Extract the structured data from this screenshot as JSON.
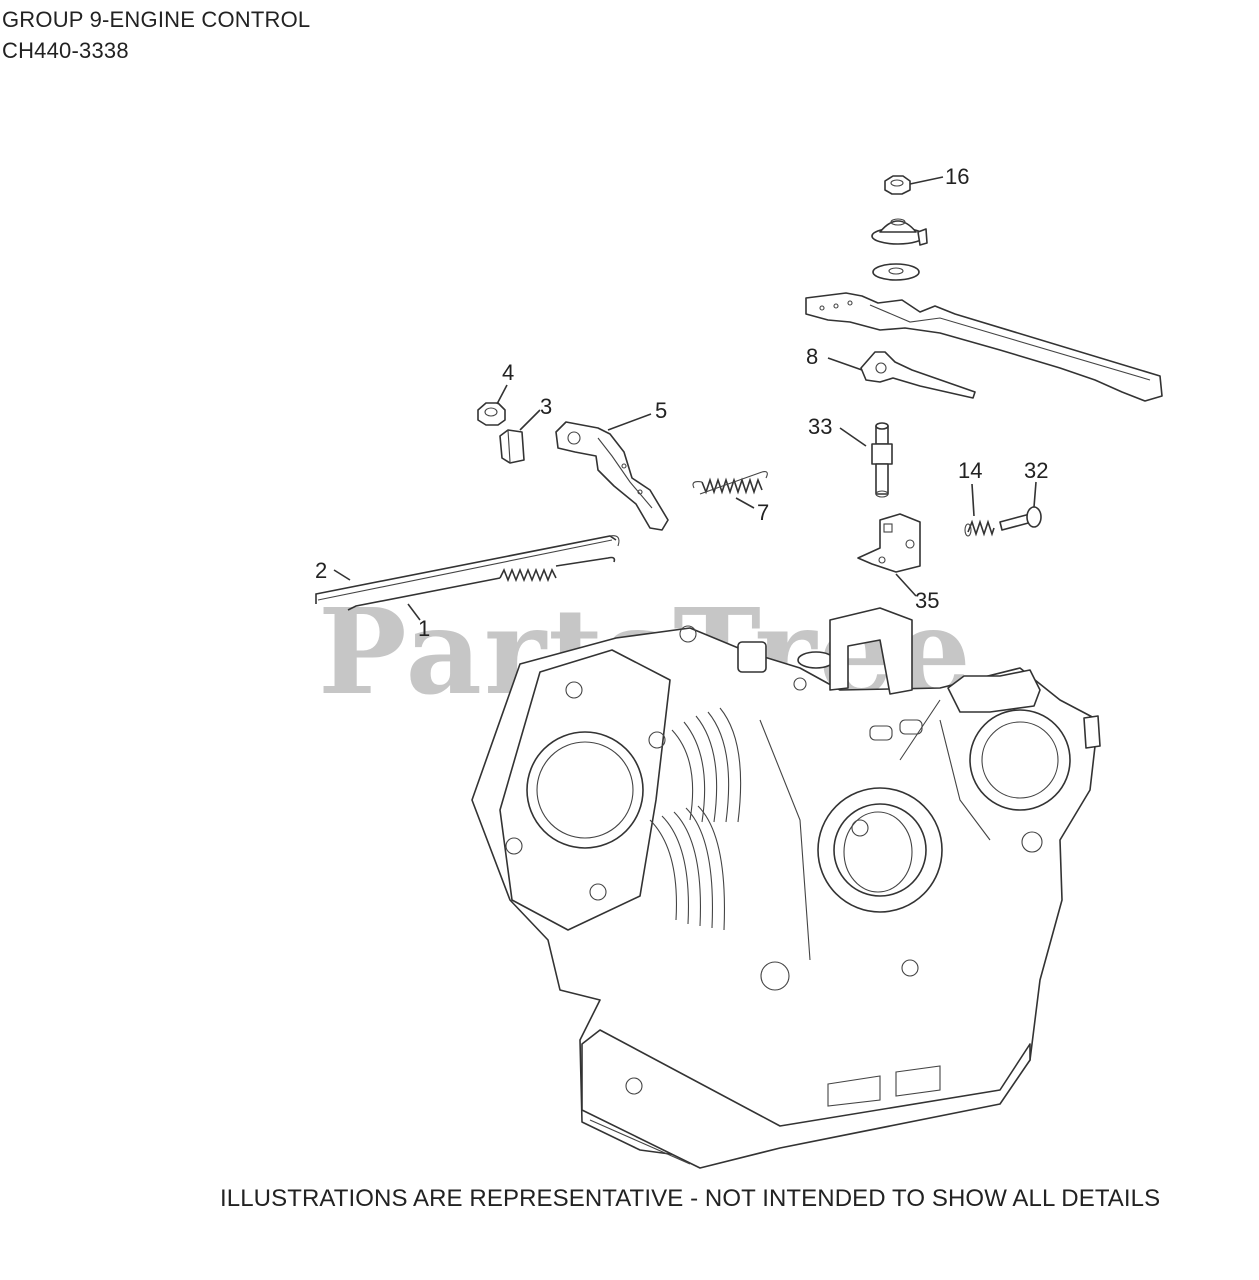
{
  "header": {
    "title": "GROUP 9-ENGINE CONTROL",
    "model": "CH440-3338"
  },
  "watermark": "PartsTree",
  "footer": "ILLUSTRATIONS ARE REPRESENTATIVE - NOT INTENDED TO SHOW ALL DETAILS",
  "callouts": [
    {
      "id": "16",
      "label": "16"
    },
    {
      "id": "8",
      "label": "8"
    },
    {
      "id": "4",
      "label": "4"
    },
    {
      "id": "3",
      "label": "3"
    },
    {
      "id": "5",
      "label": "5"
    },
    {
      "id": "33",
      "label": "33"
    },
    {
      "id": "14",
      "label": "14"
    },
    {
      "id": "32",
      "label": "32"
    },
    {
      "id": "7",
      "label": "7"
    },
    {
      "id": "2",
      "label": "2"
    },
    {
      "id": "1",
      "label": "1"
    },
    {
      "id": "35",
      "label": "35"
    }
  ]
}
